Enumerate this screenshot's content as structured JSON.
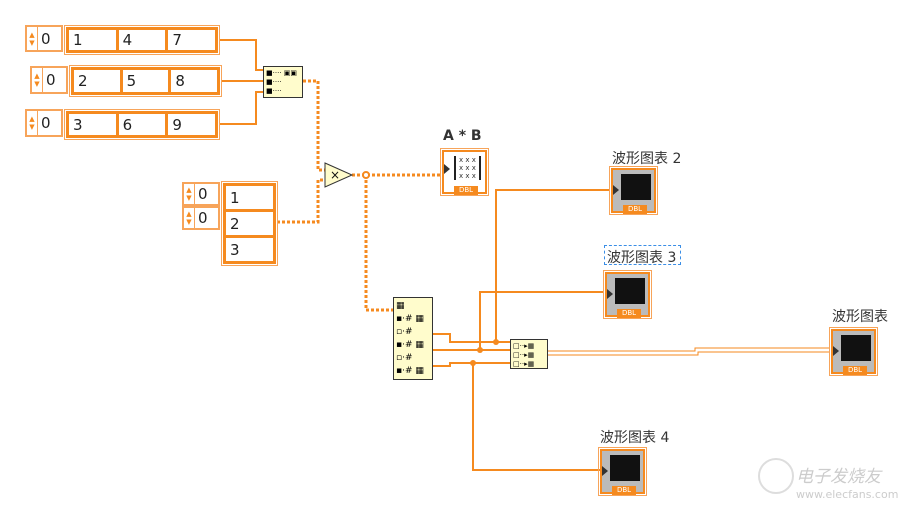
{
  "arrays_1d": [
    {
      "index": "0",
      "values": [
        "1",
        "4",
        "7"
      ]
    },
    {
      "index": "0",
      "values": [
        "2",
        "5",
        "8"
      ]
    },
    {
      "index": "0",
      "values": [
        "3",
        "6",
        "9"
      ]
    }
  ],
  "array_2d": {
    "indices": [
      "0",
      "0"
    ],
    "values": [
      "1",
      "2",
      "3"
    ]
  },
  "multiply": {
    "symbol": "×"
  },
  "result_indicator": {
    "label": "A * B",
    "type": "DBL"
  },
  "charts": [
    {
      "label": "波形图表 2",
      "type": "DBL"
    },
    {
      "label": "波形图表 3",
      "type": "DBL"
    },
    {
      "label": "波形图表",
      "type": "DBL"
    },
    {
      "label": "波形图表 4",
      "type": "DBL"
    }
  ],
  "watermark": {
    "text": "电子发烧友",
    "url": "www.elecfans.com"
  },
  "colors": {
    "wire": "#f58a1f",
    "node": "#fffccc",
    "selection": "#3a8ee6"
  }
}
